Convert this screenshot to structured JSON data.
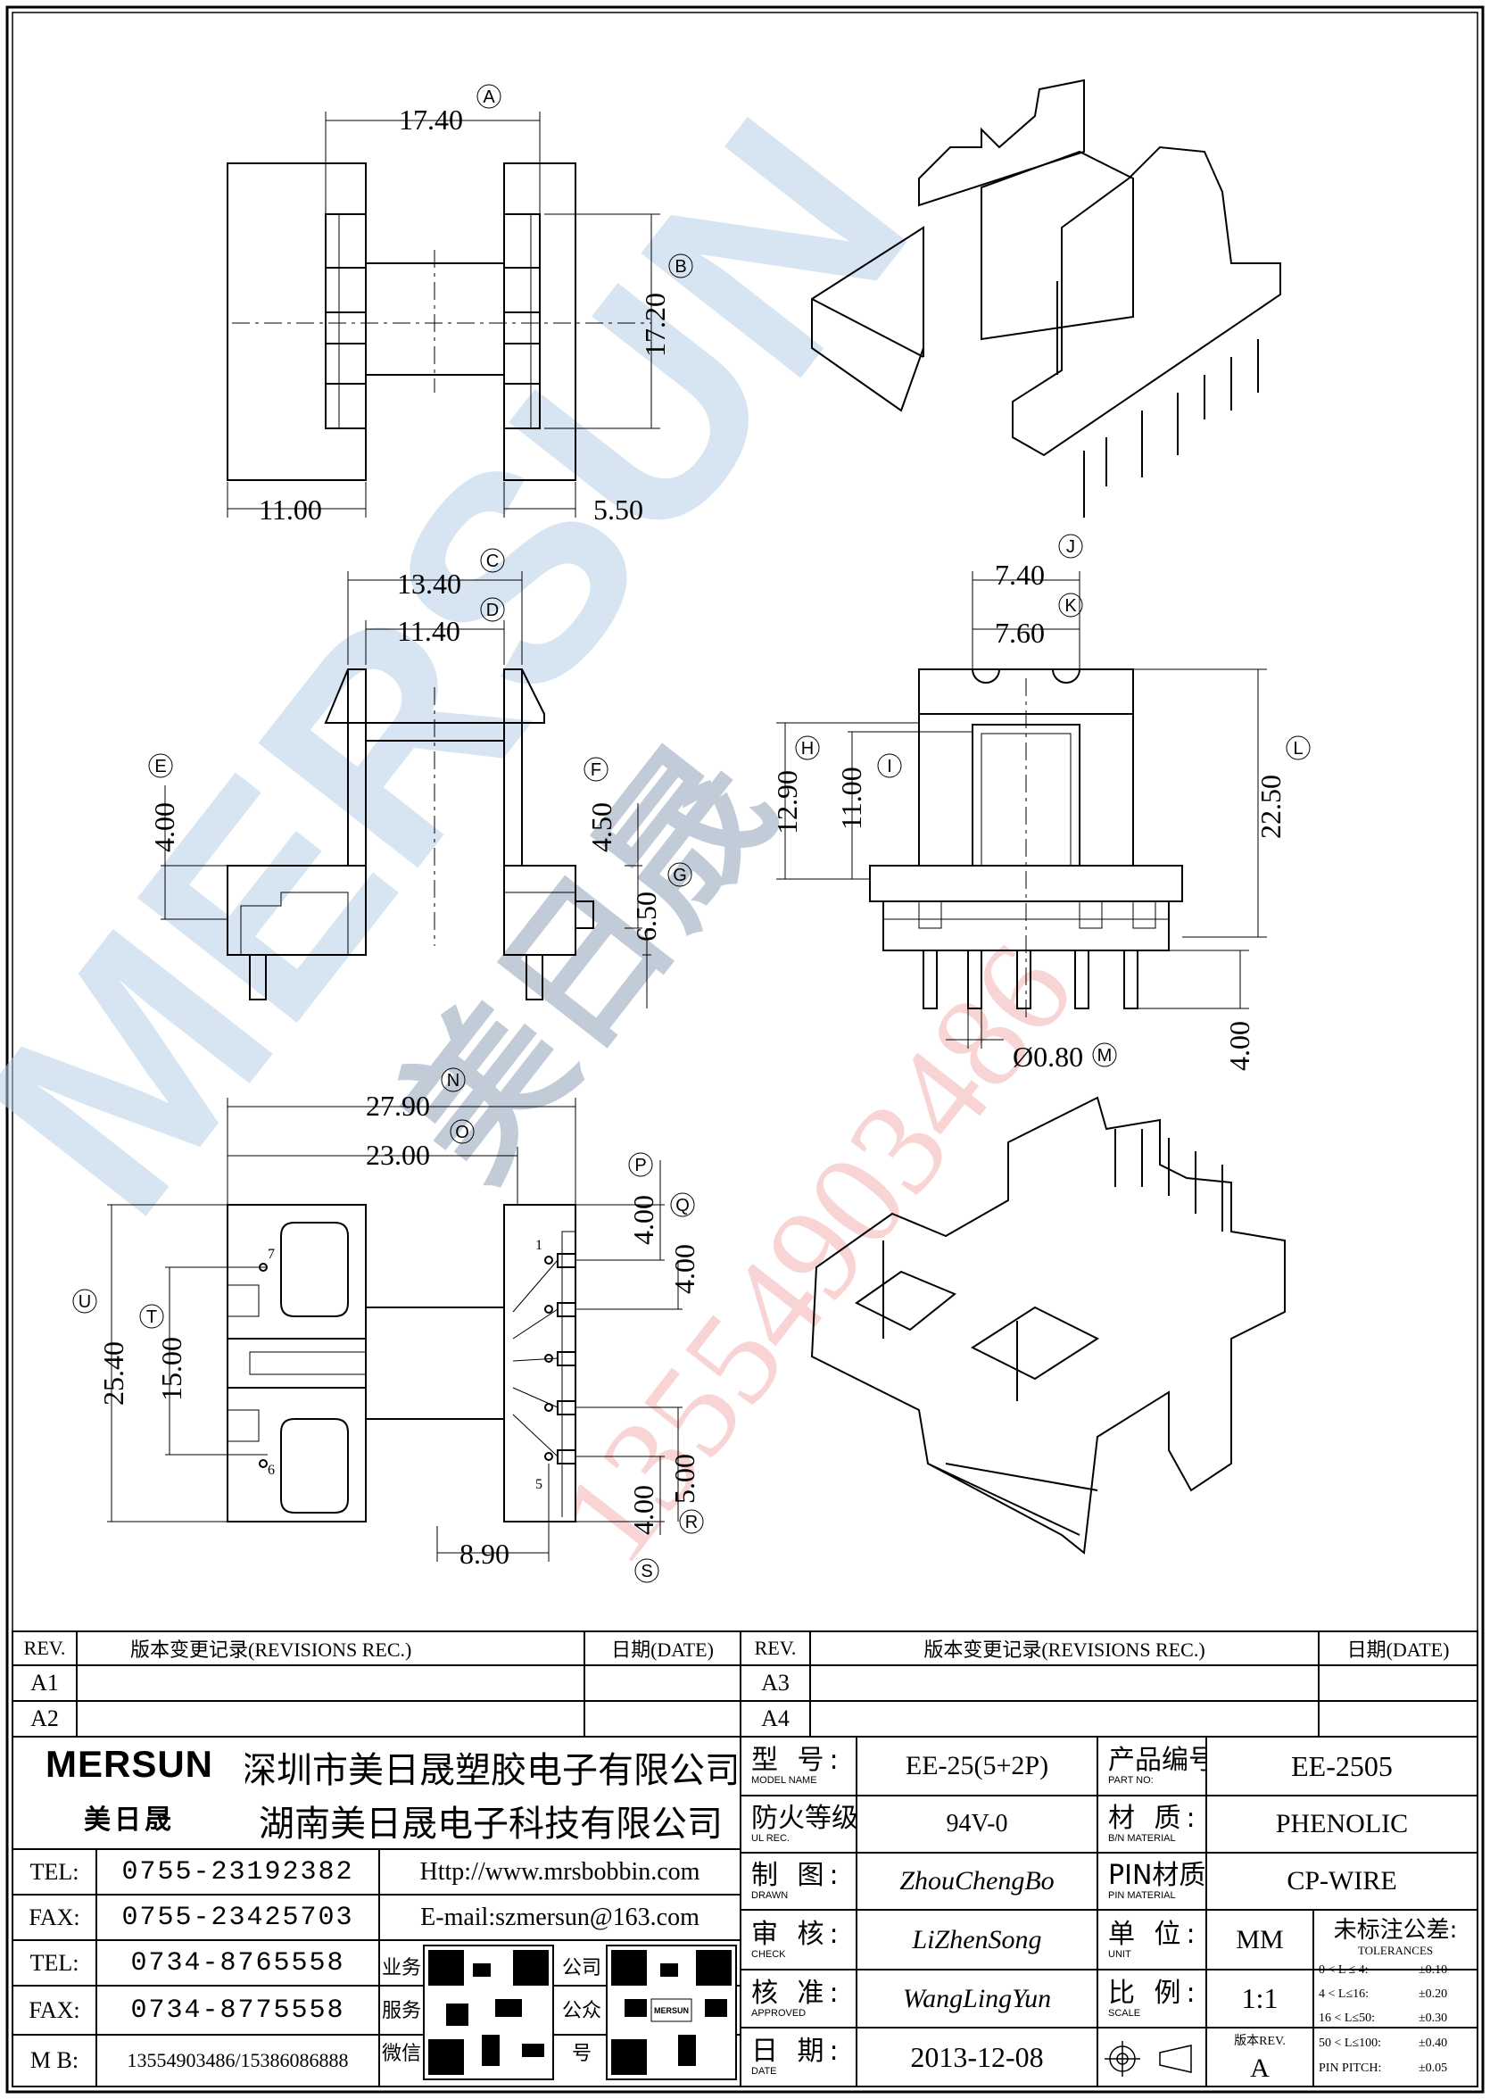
{
  "dims": {
    "A": "17.40",
    "B": "17.20",
    "w11": "11.00",
    "w55": "5.50",
    "C": "13.40",
    "D": "11.40",
    "E": "4.00",
    "F": "4.50",
    "G": "6.50",
    "J": "7.40",
    "K": "7.60",
    "H": "12.90",
    "I": "11.00",
    "L": "22.50",
    "pin": "Ø0.80",
    "pinlen": "4.00",
    "U2": "27.90",
    "O": "23.00",
    "P": "4.00",
    "Q": "4.00",
    "U": "25.40",
    "T": "15.00",
    "R": "5.00",
    "S": "4.00",
    "s89": "8.90",
    "pin7": "7",
    "pin6": "6",
    "pin1": "1",
    "pin5": "5"
  },
  "markers": {
    "A": "A",
    "B": "B",
    "C": "C",
    "D": "D",
    "E": "E",
    "F": "F",
    "G": "G",
    "H": "H",
    "I": "I",
    "J": "J",
    "K": "K",
    "L": "L",
    "M": "M",
    "N": "N",
    "O": "O",
    "P": "P",
    "Q": "Q",
    "R": "R",
    "S": "S",
    "T": "T",
    "U": "U"
  },
  "watermark": {
    "brand": "MERSUN",
    "cn": "美日晟",
    "phone": "13554903486"
  },
  "revision": {
    "left": {
      "rev": "REV.",
      "rec": "版本变更记录(REVISIONS REC.)",
      "date": "日期(DATE)",
      "rows": [
        "A1",
        "A2"
      ]
    },
    "right": {
      "rev": "REV.",
      "rec": "版本变更记录(REVISIONS REC.)",
      "date": "日期(DATE)",
      "rows": [
        "A3",
        "A4"
      ]
    }
  },
  "company": {
    "logo": "MERSUN",
    "logo_cn": "美日晟",
    "name1": "深圳市美日晟塑胶电子有限公司",
    "name2": "湖南美日晟电子科技有限公司"
  },
  "contact": [
    {
      "label": "TEL:",
      "value": "0755-23192382"
    },
    {
      "label": "FAX:",
      "value": "0755-23425703"
    },
    {
      "label": "TEL:",
      "value": "0734-8765558"
    },
    {
      "label": "FAX:",
      "value": "0734-8775558"
    },
    {
      "label": "M B:",
      "value": "13554903486/15386086888"
    }
  ],
  "web": {
    "http": "Http://www.mrsbobbin.com",
    "email": "E-mail:szmersun@163.com"
  },
  "qr": {
    "left_label": [
      "业务",
      "服务",
      "微信"
    ],
    "right_label": [
      "公司",
      "公众",
      "号"
    ],
    "qr_logo": "MERSUN"
  },
  "spec": {
    "model_cn": "型  号:",
    "model_en": "MODEL NAME",
    "model": "EE-25(5+2P)",
    "partno_cn": "产品编号:",
    "partno_en": "PART NO:",
    "partno": "EE-2505",
    "ul_cn": "防火等级:",
    "ul_en": "UL REC.",
    "ul": "94V-0",
    "mat_cn": "材  质:",
    "mat_en": "B/N MATERIAL",
    "mat": "PHENOLIC",
    "drawn_cn": "制  图:",
    "drawn_en": "DRAWN",
    "drawn": "ZhouChengBo",
    "pinmat_cn": "PIN材质:",
    "pinmat_en": "PIN MATERIAL",
    "pinmat": "CP-WIRE",
    "check_cn": "审  核:",
    "check_en": "CHECK",
    "check": "LiZhenSong",
    "unit_cn": "单  位:",
    "unit_en": "UNIT",
    "unit": "MM",
    "appr_cn": "核  准:",
    "appr_en": "APPROVED",
    "appr": "WangLingYun",
    "scale_cn": "比  例:",
    "scale_en": "SCALE",
    "scale": "1:1",
    "date_cn": "日  期:",
    "date_en": "DATE",
    "date": "2013-12-08",
    "ver_cn": "版本REV.",
    "ver": "A",
    "tol_cn": "未标注公差:",
    "tol_en": "TOLERANCES"
  },
  "tolerances": [
    {
      "range": "0 < L ≤  4:",
      "val": "±0.10"
    },
    {
      "range": "4 < L≤16:",
      "val": "±0.20"
    },
    {
      "range": "16 < L≤50:",
      "val": "±0.30"
    },
    {
      "range": "50 < L≤100:",
      "val": "±0.40"
    },
    {
      "range": "PIN PITCH:",
      "val": "±0.05"
    }
  ]
}
